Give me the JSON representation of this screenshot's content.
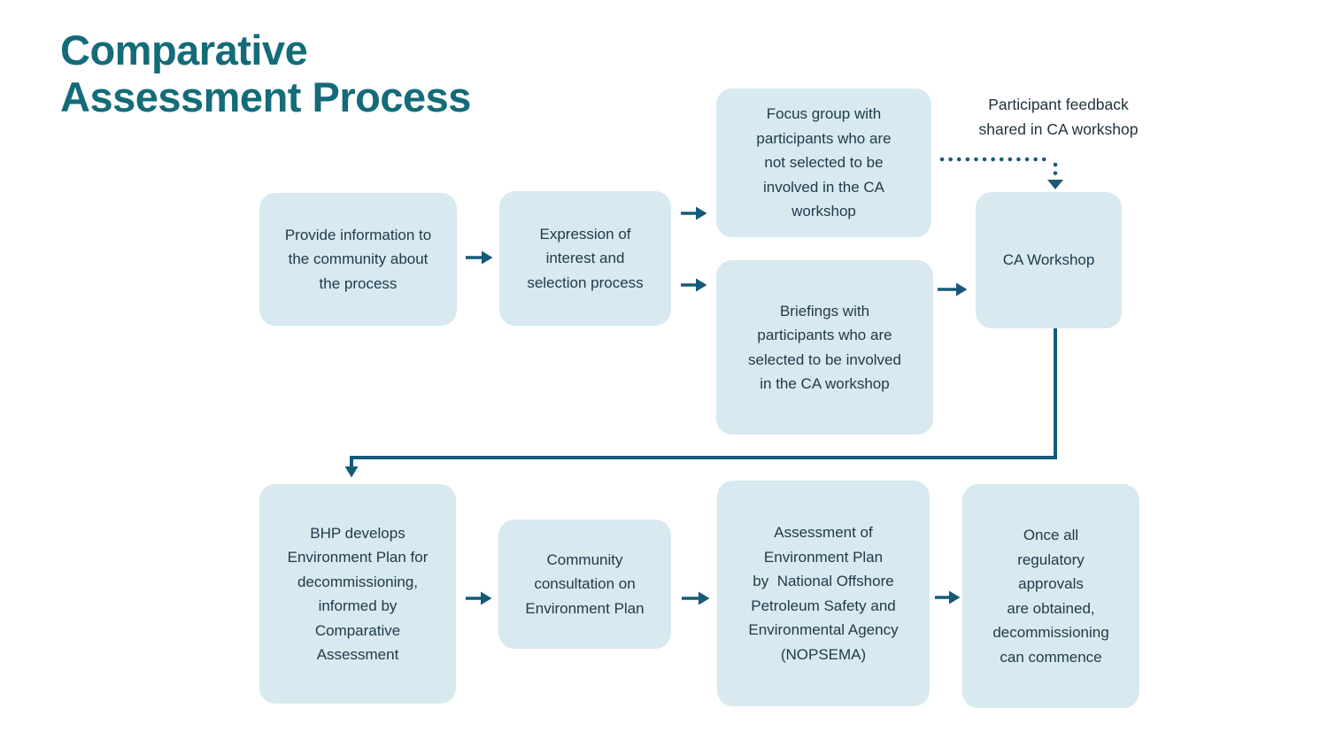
{
  "title": {
    "text": "Comparative\nAssessment Process"
  },
  "annotation": {
    "label": "Participant feedback\nshared in CA workshop"
  },
  "boxes": {
    "provide_info": {
      "label": "Provide information to\nthe community about\nthe process"
    },
    "expression": {
      "label": "Expression of\ninterest and\nselection process"
    },
    "focus_group": {
      "label": "Focus group with\nparticipants who are\nnot selected to be\ninvolved in the CA\nworkshop"
    },
    "briefings": {
      "label": "Briefings with\nparticipants who are\nselected to be involved\nin the CA workshop"
    },
    "ca_workshop": {
      "label": "CA Workshop"
    },
    "bhp_develops": {
      "label": "BHP develops\nEnvironment Plan for\ndecommissioning,\ninformed by\nComparative\nAssessment"
    },
    "community_consultation": {
      "label": "Community\nconsultation on\nEnvironment Plan"
    },
    "assessment_nopsema": {
      "label": "Assessment of\nEnvironment Plan\nby  National Offshore\nPetroleum Safety and\nEnvironmental Agency\n(NOPSEMA)"
    },
    "regulatory_approvals": {
      "label": "Once all\nregulatory\napprovals\nare obtained,\ndecommissioning\ncan commence"
    }
  },
  "colors": {
    "title_teal": "#146b79",
    "connector_teal": "#165a78",
    "box_fill": "#d8e9f0",
    "box_text": "#1e3a49",
    "background": "#ffffff"
  }
}
